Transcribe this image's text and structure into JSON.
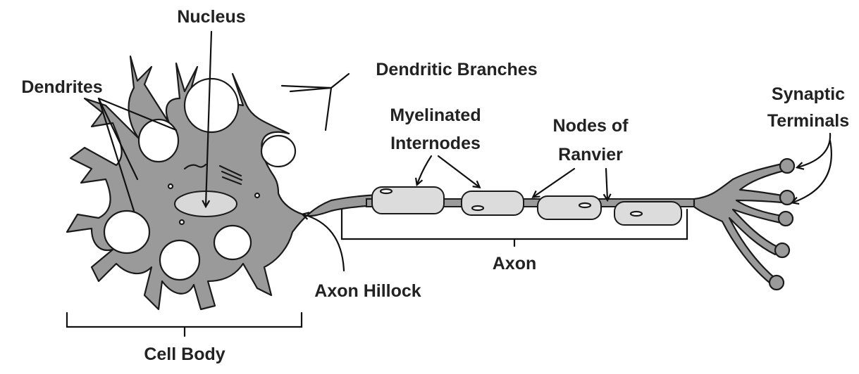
{
  "labels": {
    "nucleus": "Nucleus",
    "dendrites": "Dendrites",
    "dendritic_branches": "Dendritic Branches",
    "myelinated_line1": "Myelinated",
    "myelinated_line2": "Internodes",
    "nodes_line1": "Nodes of",
    "nodes_line2": "Ranvier",
    "synaptic_line1": "Synaptic",
    "synaptic_line2": "Terminals",
    "axon": "Axon",
    "axon_hillock": "Axon Hillock",
    "cell_body": "Cell Body"
  }
}
